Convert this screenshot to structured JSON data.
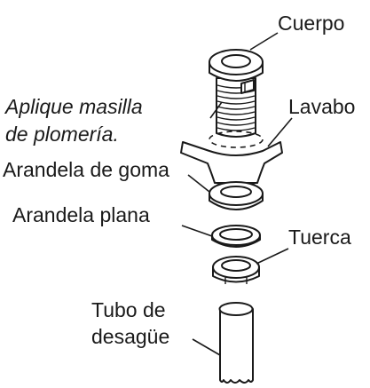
{
  "labels": {
    "body": "Cuerpo",
    "putty_line1": "Aplique masilla",
    "putty_line2": "de plomería.",
    "sink": "Lavabo",
    "rubber_washer": "Arandela de goma",
    "flat_washer": "Arandela plana",
    "nut": "Tuerca",
    "tube_line1": "Tubo de",
    "tube_line2": "desagüe"
  }
}
